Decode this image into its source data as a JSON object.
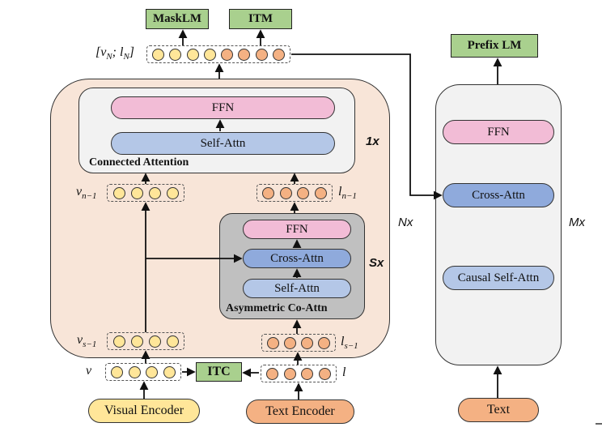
{
  "heads": {
    "masklm": "MaskLM",
    "itm": "ITM",
    "itc": "ITC",
    "prefix_lm": "Prefix LM"
  },
  "token_labels": {
    "vn_ln": "[v_N; l_N]",
    "vn_ln_main": "[v",
    "vn_ln_sub1": "N",
    "vn_ln_mid": "; l",
    "vn_ln_sub2": "N",
    "vn_ln_end": "]",
    "v_n1_main": "v",
    "v_n1_sub": "n−1",
    "l_n1_main": "l",
    "l_n1_sub": "n−1",
    "v_s1_main": "v",
    "v_s1_sub": "s−1",
    "l_s1_main": "l",
    "l_s1_sub": "s−1",
    "v": "v",
    "l": "l"
  },
  "connected_attention": {
    "title": "Connected Attention",
    "ffn": "FFN",
    "self_attn": "Self-Attn",
    "repeat": "1x"
  },
  "asymmetric_co_attn": {
    "title": "Asymmetric Co-Attn",
    "ffn": "FFN",
    "cross_attn": "Cross-Attn",
    "self_attn": "Self-Attn",
    "repeat": "Sx"
  },
  "encoder_stack": {
    "repeat": "Nx"
  },
  "decoder": {
    "ffn": "FFN",
    "cross_attn": "Cross-Attn",
    "causal_self_attn": "Causal Self-Attn",
    "repeat": "Mx"
  },
  "inputs": {
    "visual_encoder": "Visual Encoder",
    "text_encoder": "Text Encoder",
    "text": "Text"
  },
  "tokens": {
    "combined": [
      "visual",
      "visual",
      "visual",
      "visual",
      "text",
      "text",
      "text",
      "text"
    ],
    "per_group": 4
  },
  "colors": {
    "green_head": "#a9d08e",
    "pink_ffn": "#f2bcd6",
    "blue_self_attn": "#b4c7e7",
    "blue_cross_attn": "#8faadc",
    "visual_yellow": "#ffe699",
    "text_orange": "#f4b183",
    "encoder_bg": "#f8e5d8",
    "panel_gray": "#f2f2f2",
    "coattn_gray": "#c0c0c0"
  }
}
